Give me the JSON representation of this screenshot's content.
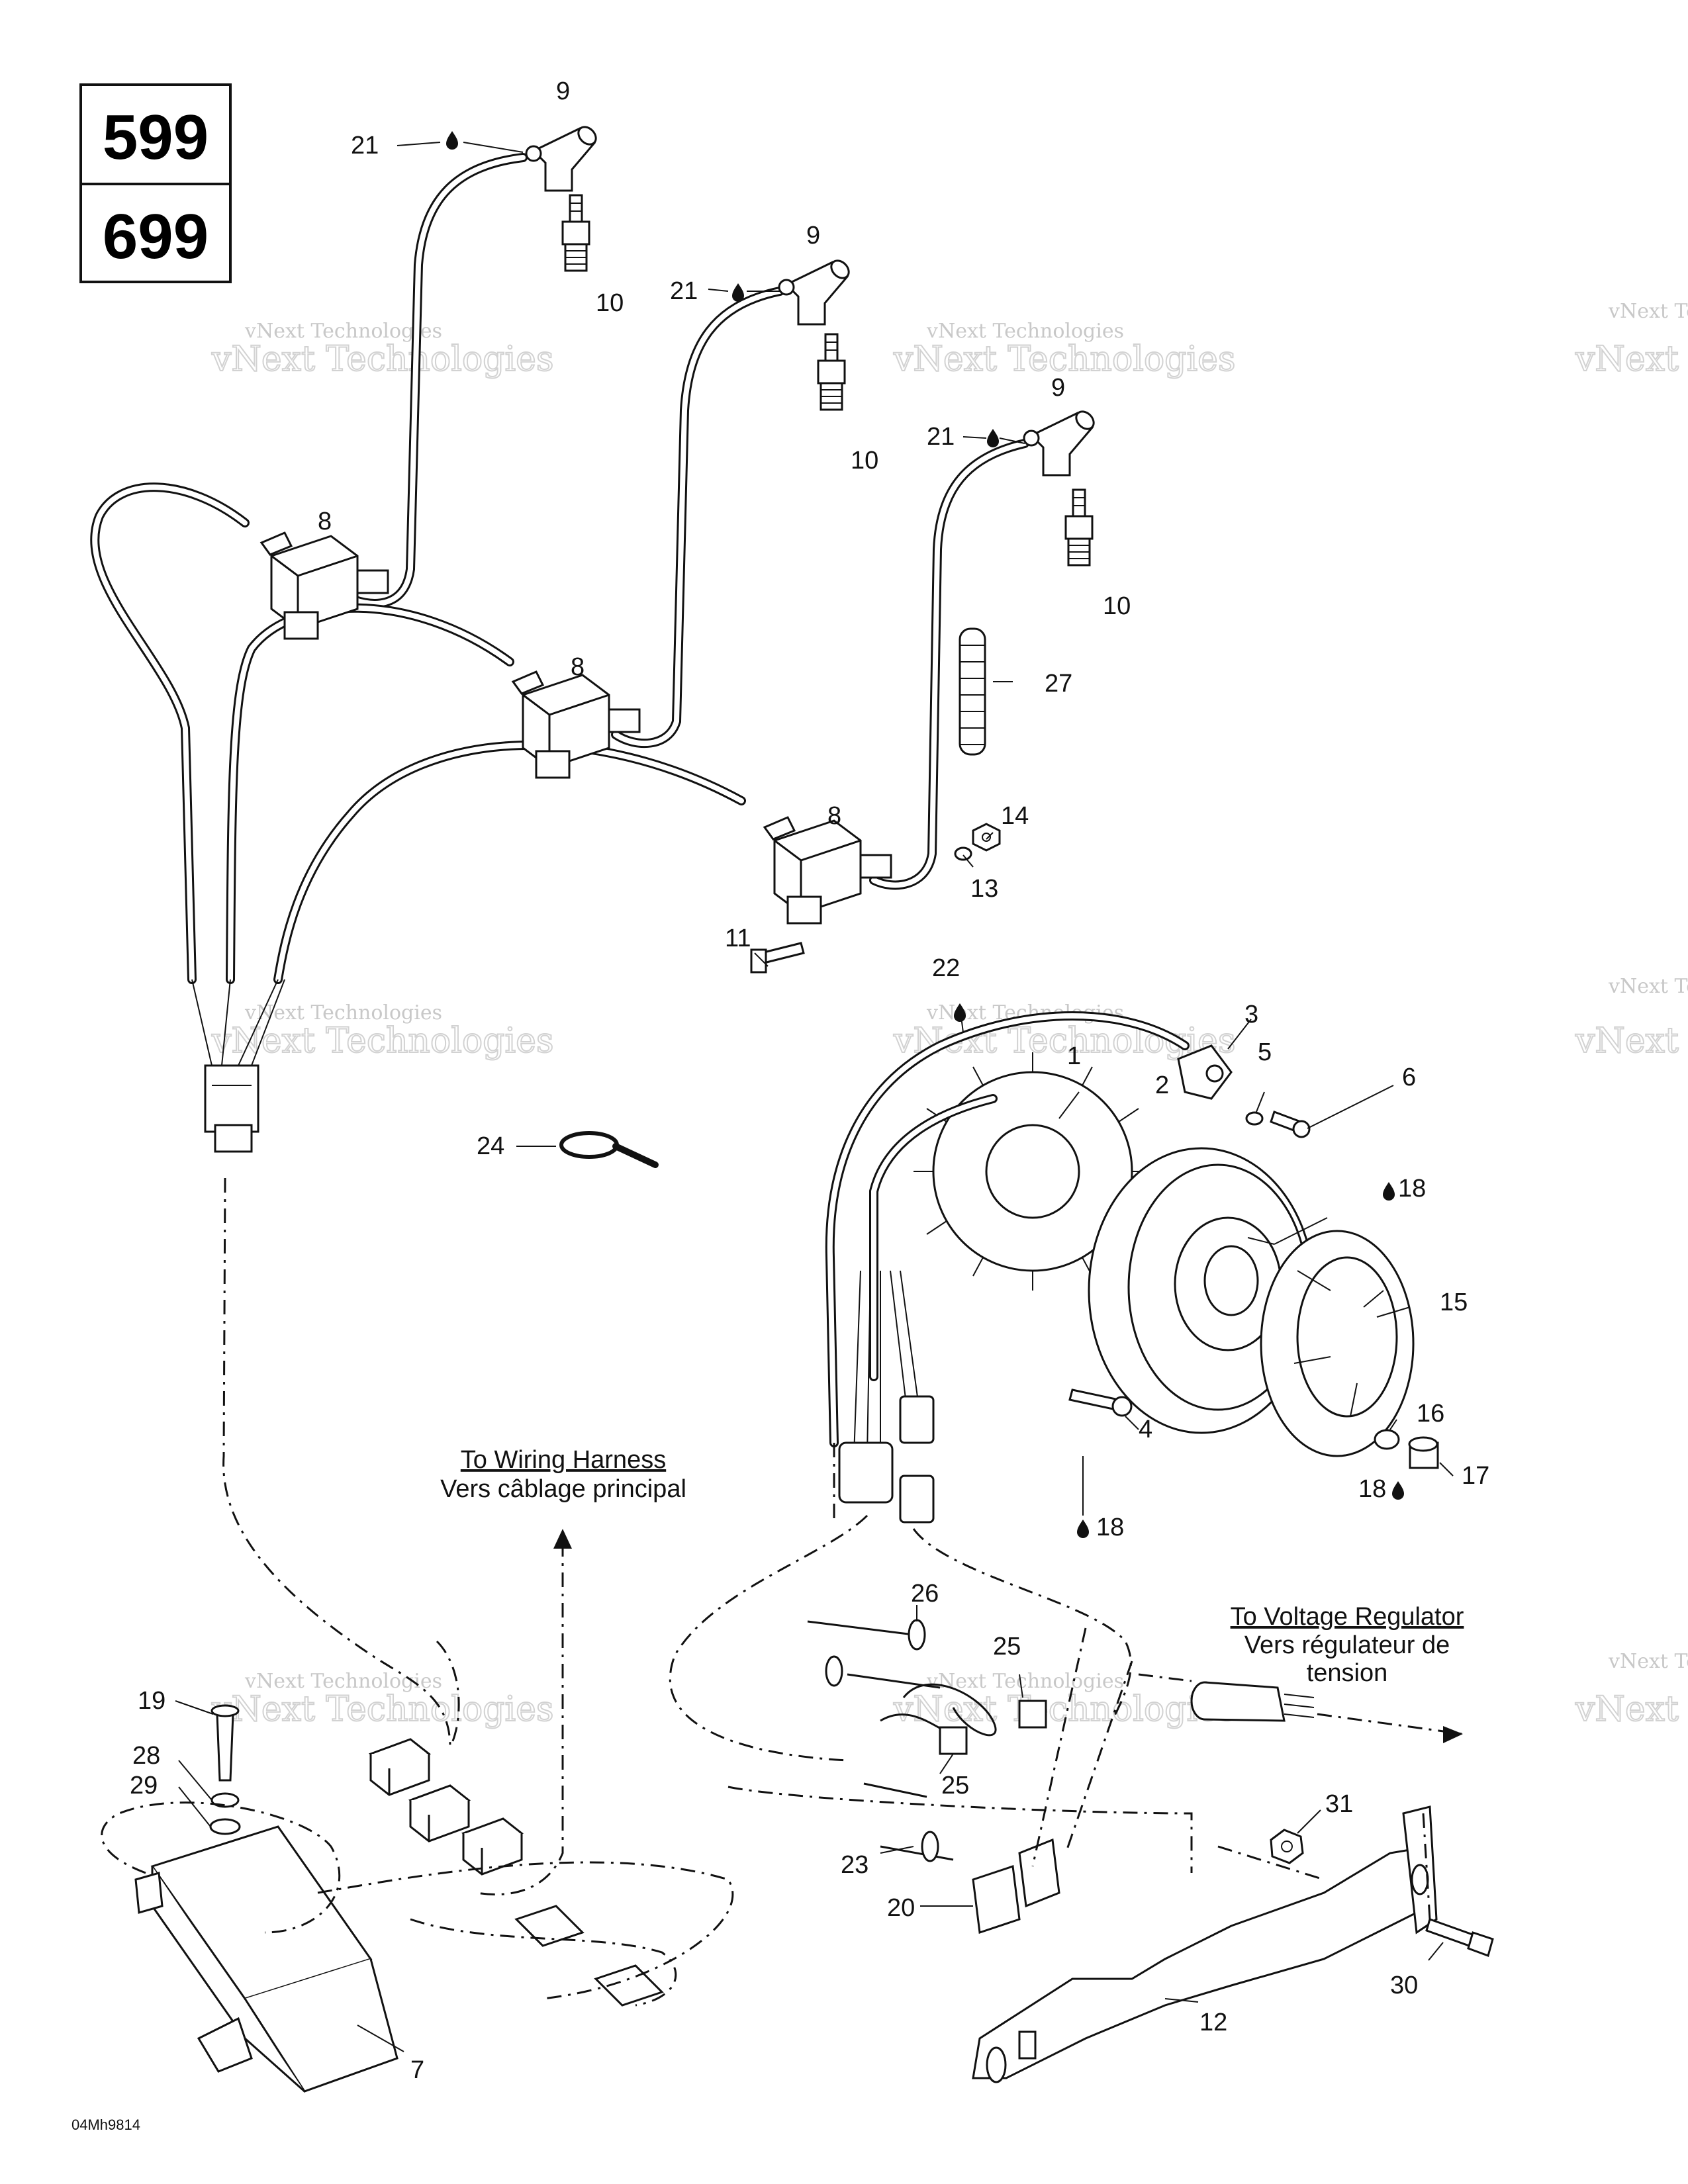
{
  "models": [
    "599",
    "699"
  ],
  "figure_code": "04Mh9814",
  "watermark": {
    "line1": "vNext Technologies",
    "line2": "vNext Technologies"
  },
  "notes": {
    "wiring_harness": {
      "en": "To Wiring Harness",
      "fr": "Vers câblage principal"
    },
    "voltage_regulator": {
      "en": "To Voltage Regulator",
      "fr1": "Vers régulateur de",
      "fr2": "tension"
    }
  },
  "callouts": [
    {
      "id": "c9a",
      "text": "9"
    },
    {
      "id": "c21a",
      "text": "21"
    },
    {
      "id": "c10a",
      "text": "10"
    },
    {
      "id": "c9b",
      "text": "9"
    },
    {
      "id": "c21b",
      "text": "21"
    },
    {
      "id": "c10b",
      "text": "10"
    },
    {
      "id": "c9c",
      "text": "9"
    },
    {
      "id": "c21c",
      "text": "21"
    },
    {
      "id": "c10c",
      "text": "10"
    },
    {
      "id": "c8a",
      "text": "8"
    },
    {
      "id": "c8b",
      "text": "8"
    },
    {
      "id": "c8c",
      "text": "8"
    },
    {
      "id": "c27",
      "text": "27"
    },
    {
      "id": "c14",
      "text": "14"
    },
    {
      "id": "c13",
      "text": "13"
    },
    {
      "id": "c11",
      "text": "11"
    },
    {
      "id": "c22",
      "text": "22"
    },
    {
      "id": "c3",
      "text": "3"
    },
    {
      "id": "c1",
      "text": "1"
    },
    {
      "id": "c5",
      "text": "5"
    },
    {
      "id": "c6",
      "text": "6"
    },
    {
      "id": "c2",
      "text": "2"
    },
    {
      "id": "c18a",
      "text": "18"
    },
    {
      "id": "c24",
      "text": "24"
    },
    {
      "id": "c15",
      "text": "15"
    },
    {
      "id": "c4",
      "text": "4"
    },
    {
      "id": "c16",
      "text": "16"
    },
    {
      "id": "c17",
      "text": "17"
    },
    {
      "id": "c18b",
      "text": "18"
    },
    {
      "id": "c18c",
      "text": "18"
    },
    {
      "id": "c26",
      "text": "26"
    },
    {
      "id": "c25a",
      "text": "25"
    },
    {
      "id": "c25b",
      "text": "25"
    },
    {
      "id": "c19",
      "text": "19"
    },
    {
      "id": "c28",
      "text": "28"
    },
    {
      "id": "c29",
      "text": "29"
    },
    {
      "id": "c31",
      "text": "31"
    },
    {
      "id": "c23",
      "text": "23"
    },
    {
      "id": "c20",
      "text": "20"
    },
    {
      "id": "c30",
      "text": "30"
    },
    {
      "id": "c12",
      "text": "12"
    },
    {
      "id": "c7",
      "text": "7"
    }
  ]
}
